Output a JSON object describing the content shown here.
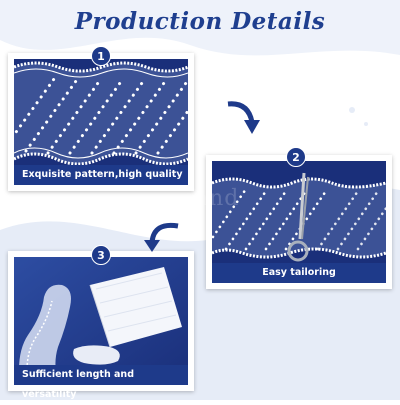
{
  "title": "Production Details",
  "watermark": "www.pand",
  "steps": [
    {
      "number": "1",
      "caption": "Exquisite pattern,high quality"
    },
    {
      "number": "2",
      "caption": "Easy tailoring"
    },
    {
      "number": "3",
      "caption": "Sufficient length and versatility"
    }
  ],
  "colors": {
    "brand_blue": "#1e3a8a",
    "title_blue": "#1f3f8f",
    "lace_background": "#1a2f7a",
    "lace_white": "#ffffff",
    "page_wave": "#e6ecf7"
  },
  "icons": {
    "step_arrow": "curved-arrow-icon",
    "tool": "scissors-icon",
    "spool": "lace-card-spool"
  }
}
